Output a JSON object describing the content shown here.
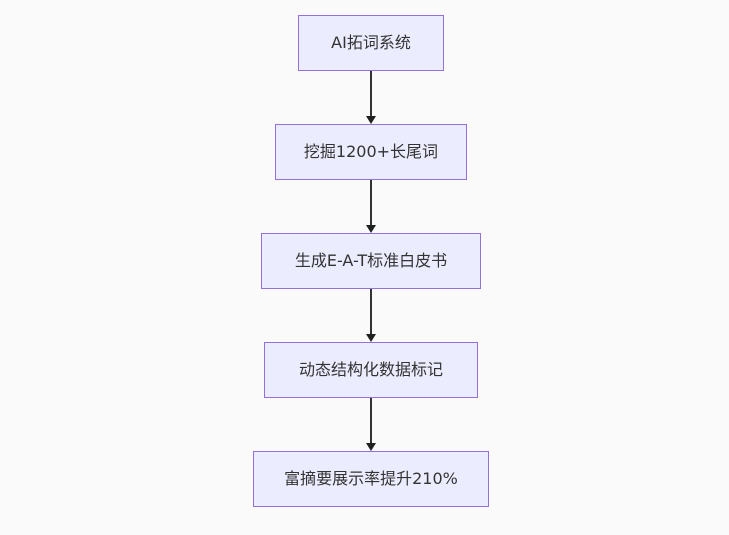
{
  "diagram": {
    "type": "flowchart",
    "direction": "top-down",
    "nodes": [
      {
        "id": "node-1",
        "label": "AI拓词系统"
      },
      {
        "id": "node-2",
        "label": "挖掘1200+长尾词"
      },
      {
        "id": "node-3",
        "label": "生成E-A-T标准白皮书"
      },
      {
        "id": "node-4",
        "label": "动态结构化数据标记"
      },
      {
        "id": "node-5",
        "label": "富摘要展示率提升210%"
      }
    ],
    "edges": [
      {
        "from": "node-1",
        "to": "node-2"
      },
      {
        "from": "node-2",
        "to": "node-3"
      },
      {
        "from": "node-3",
        "to": "node-4"
      },
      {
        "from": "node-4",
        "to": "node-5"
      }
    ],
    "colors": {
      "node_fill": "#ECECFF",
      "node_border": "#9370DB",
      "node_text": "#333333",
      "edge_line": "#333333",
      "arrowhead": "#1f2020",
      "background": "#fafafa"
    }
  }
}
